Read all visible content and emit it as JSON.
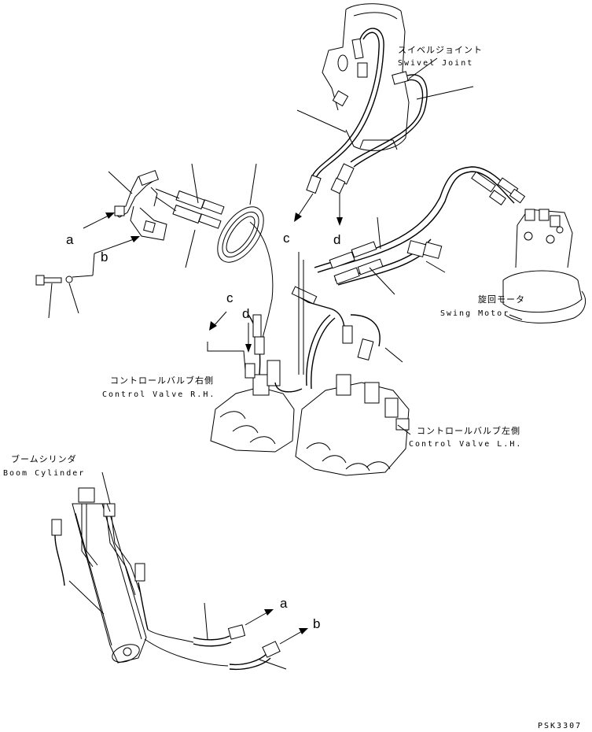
{
  "labels": {
    "swivel_joint": {
      "jp": "スイベルジョイント",
      "en": "Swivel Joint"
    },
    "swing_motor": {
      "jp": "旋回モータ",
      "en": "Swing Motor"
    },
    "control_valve_rh": {
      "jp": "コントロールバルブ右側",
      "en": "Control Valve R.H."
    },
    "control_valve_lh": {
      "jp": "コントロールバルブ左側",
      "en": "Control Valve L.H."
    },
    "boom_cylinder": {
      "jp": "ブームシリンダ",
      "en": "Boom Cylinder"
    }
  },
  "refs": {
    "a_top": "a",
    "b_top": "b",
    "c_top": "c",
    "d_top": "d",
    "c_mid": "c",
    "d_mid": "d",
    "a_bottom": "a",
    "b_bottom": "b"
  },
  "drawing_code": "PSK3307"
}
